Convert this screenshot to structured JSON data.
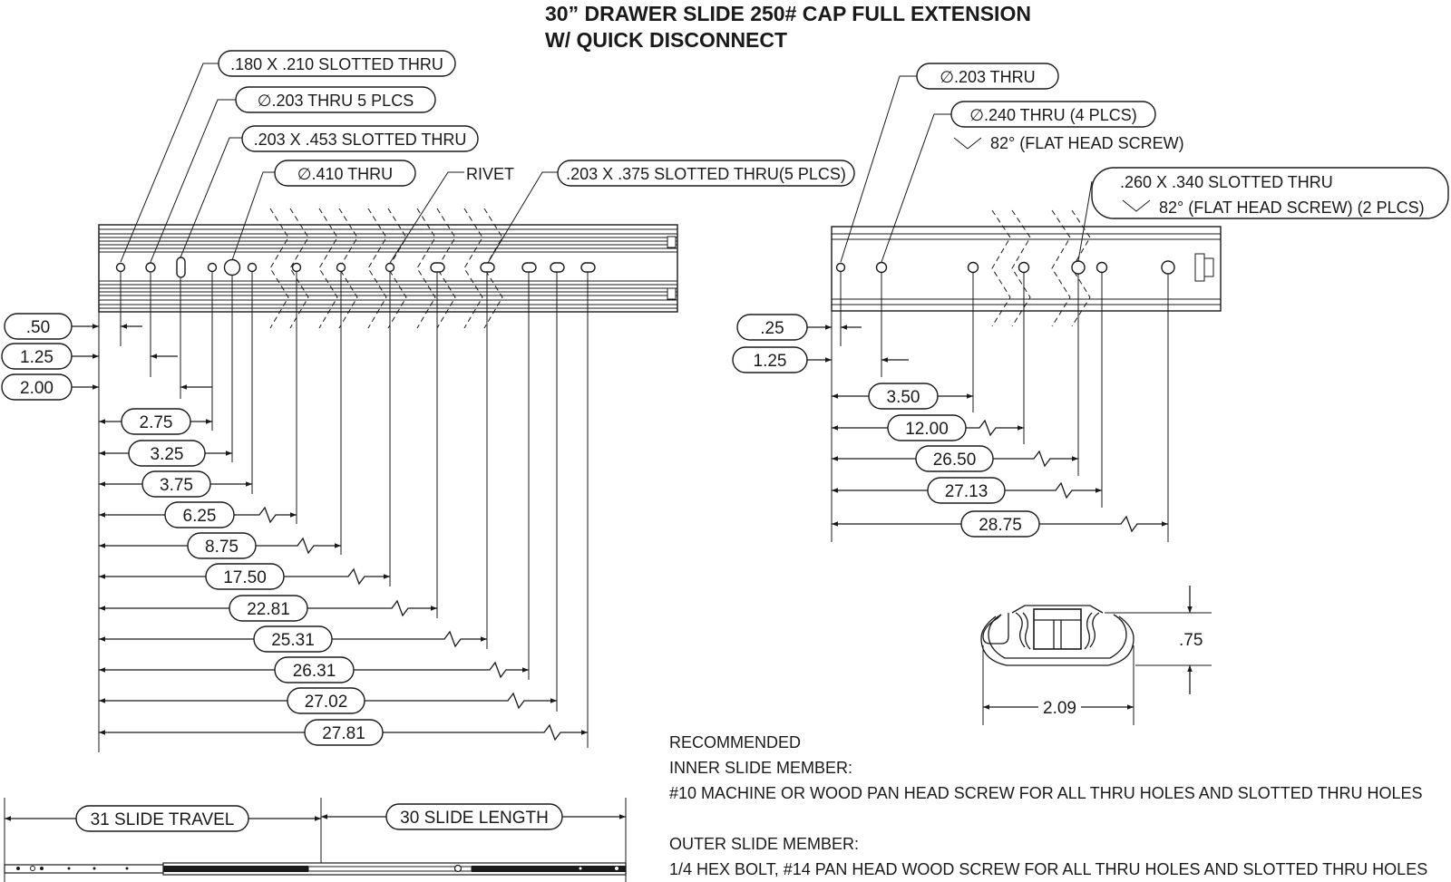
{
  "title": {
    "line1": "30” DRAWER SLIDE 250# CAP FULL EXTENSION",
    "line2": "W/ QUICK DISCONNECT"
  },
  "inner": {
    "callouts": [
      ".180 X .210 SLOTTED THRU",
      "∅.203 THRU 5 PLCS",
      ".203 X .453 SLOTTED THRU",
      "∅.410 THRU",
      "RIVET",
      ".203 X .375 SLOTTED THRU(5 PLCS)"
    ],
    "left_dims": [
      ".50",
      "1.25",
      "2.00"
    ],
    "dims": [
      "2.75",
      "3.25",
      "3.75",
      "6.25",
      "8.75",
      "17.50",
      "22.81",
      "25.31",
      "26.31",
      "27.02",
      "27.81"
    ]
  },
  "outer": {
    "callouts": [
      "∅.203 THRU",
      "∅.240 THRU (4 PLCS)",
      "82° (FLAT HEAD SCREW)",
      ".260 X .340 SLOTTED THRU",
      "82° (FLAT HEAD SCREW) (2 PLCS)"
    ],
    "left_dims": [
      ".25",
      "1.25"
    ],
    "dims": [
      "3.50",
      "12.00",
      "26.50",
      "27.13",
      "28.75"
    ]
  },
  "profile": {
    "height": ".75",
    "width": "2.09"
  },
  "travel": {
    "travel_label": "31 SLIDE TRAVEL",
    "length_label": "30 SLIDE LENGTH"
  },
  "notes": {
    "recommended": "RECOMMENDED",
    "inner_heading": "INNER SLIDE MEMBER:",
    "inner_text": "#10 MACHINE OR WOOD PAN HEAD SCREW FOR ALL THRU HOLES AND SLOTTED THRU HOLES",
    "outer_heading": "OUTER SLIDE MEMBER:",
    "outer_text": "1/4 HEX BOLT, #14 PAN HEAD WOOD SCREW FOR ALL THRU HOLES AND SLOTTED THRU HOLES"
  }
}
